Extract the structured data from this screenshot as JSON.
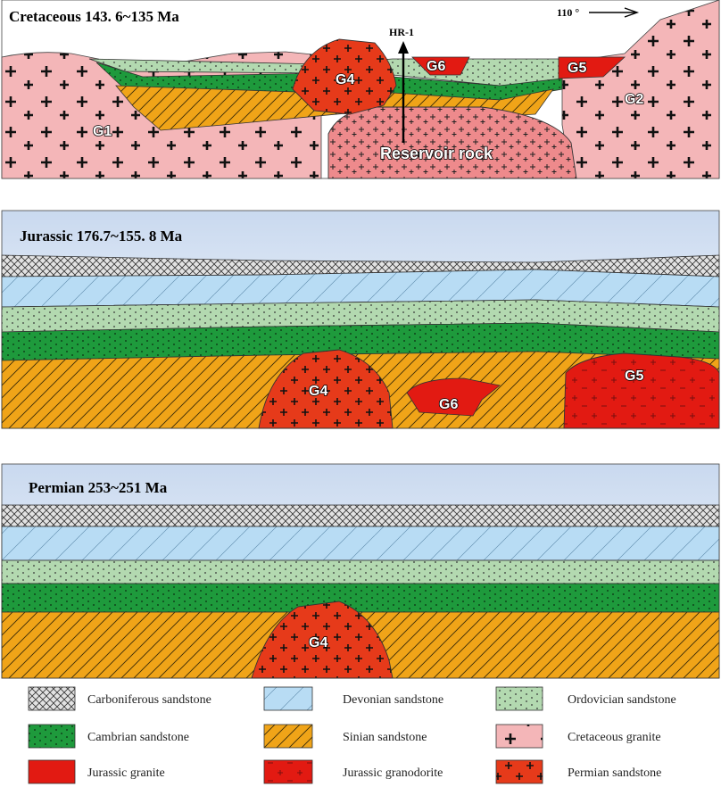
{
  "panels": {
    "cretaceous": {
      "title": "Cretaceous  143. 6~135 Ma",
      "direction": "110 °",
      "well": "HR-1",
      "reservoir": "Reservoir rock",
      "bodies": {
        "g1": "G1",
        "g2": "G2",
        "g4": "G4",
        "g5": "G5",
        "g6": "G6"
      }
    },
    "jurassic": {
      "title": "Jurassic  176.7~155. 8 Ma",
      "bodies": {
        "g4": "G4",
        "g5": "G5",
        "g6": "G6"
      }
    },
    "permian": {
      "title": "Permian  253~251 Ma",
      "bodies": {
        "g4": "G4"
      }
    }
  },
  "legend": [
    {
      "label": "Carboniferous sandstone"
    },
    {
      "label": "Devonian sandstone"
    },
    {
      "label": "Ordovician sandstone"
    },
    {
      "label": "Cambrian sandstone"
    },
    {
      "label": "Sinian sandstone"
    },
    {
      "label": "Cretaceous granite"
    },
    {
      "label": "Jurassic granite"
    },
    {
      "label": "Jurassic granodorite"
    },
    {
      "label": "Permian sandstone"
    }
  ],
  "colors": {
    "carboniferous": "#e0e0e0",
    "devonian": "#b8dcf4",
    "ordovician": "#b3d9b0",
    "cambrian": "#1e9a3c",
    "sinian": "#f0a418",
    "cretaceous_granite": "#f4b6b8",
    "reservoir": "#ee8a8c",
    "jurassic_granite": "#e21a12",
    "permian_granite": "#e63a1a",
    "sky": "#d6e4f5"
  }
}
